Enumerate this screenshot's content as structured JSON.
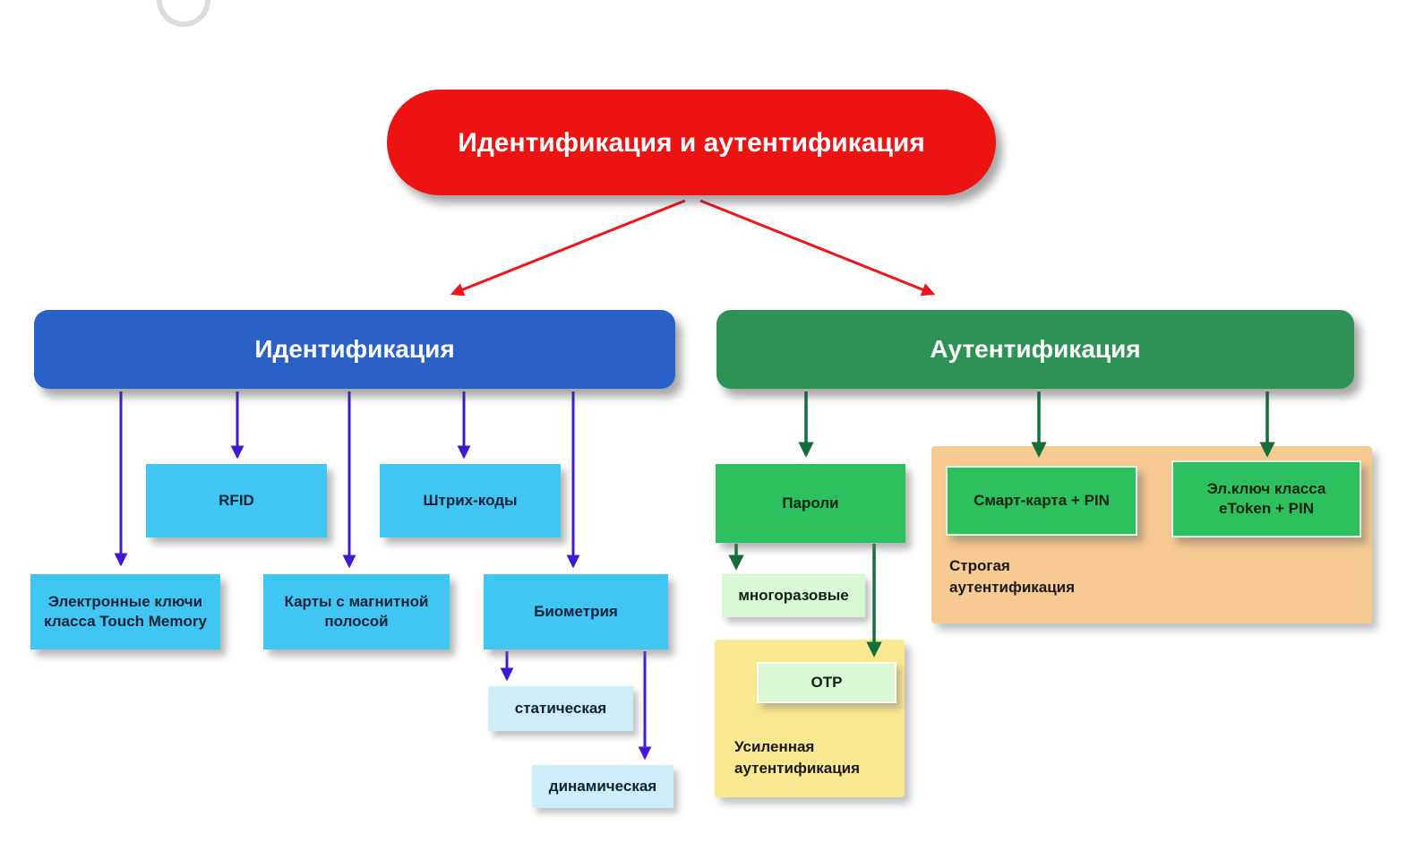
{
  "colors": {
    "red": "#ee1313",
    "blue": "#2a61c6",
    "green-dark": "#2e9156",
    "cyan": "#3fc6f3",
    "cyan-light": "#cdeef8",
    "green": "#2ebf5f",
    "green-light": "#d9f7d2",
    "orange-panel": "#f6ca90",
    "yellow-panel": "#f9e88f",
    "arrow-purple": "#4318d2",
    "arrow-green": "#146e3a",
    "arrow-red": "#f01318"
  },
  "nodes": {
    "root": "Идентификация и аутентификация",
    "identification": "Идентификация",
    "authentication": "Аутентификация",
    "rfid": "RFID",
    "barcodes": "Штрих-коды",
    "touch_memory": "Электронные ключи\nкласса Touch Memory",
    "magnetic_cards": "Карты с магнитной\nполосой",
    "biometrics": "Биометрия",
    "static": "статическая",
    "dynamic": "динамическая",
    "passwords": "Пароли",
    "smart_card": "Смарт-карта + PIN",
    "etoken": "Эл.ключ класса\neToken + PIN",
    "reusable": "многоразовые",
    "otp": "OTP",
    "strong_auth": "Строгая\nаутентификация",
    "enhanced_auth": "Усиленная\nаутентификация"
  }
}
